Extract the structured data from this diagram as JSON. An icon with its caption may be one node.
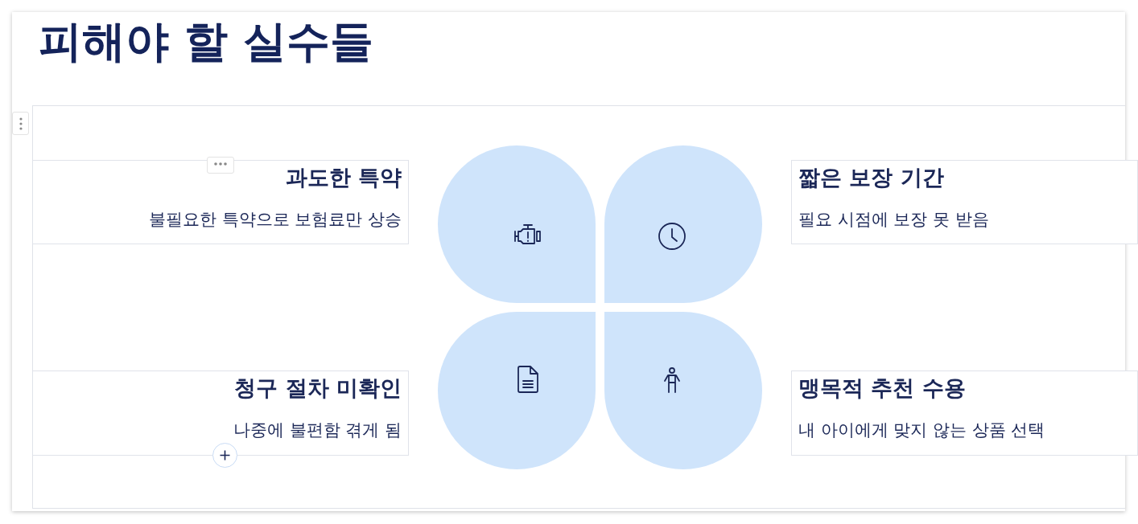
{
  "diagram": {
    "title": "피해야 할 실수들",
    "nodes": [
      {
        "text": [
          "과도한 특약",
          "불필요한 특약으로 보험료만 상승"
        ]
      },
      {
        "text": [
          "짧은 보장 기간",
          "필요 시점에 보장 못 받음"
        ]
      },
      {
        "text": [
          "청구 절차 미확인",
          "나중에 불편함 겪게 됨"
        ]
      },
      {
        "text": [
          "맹목적 추천 수용",
          "내 아이에게 맞지 않는 상품 선택"
        ]
      }
    ]
  }
}
